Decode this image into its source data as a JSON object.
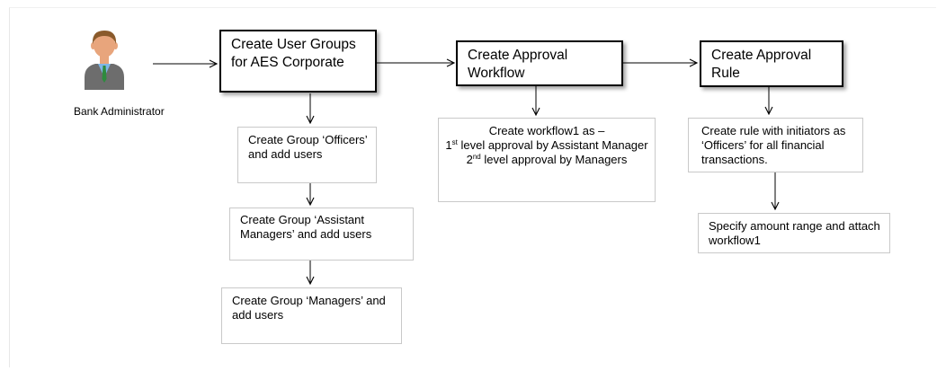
{
  "actor": {
    "label": "Bank Administrator",
    "icon": "person-avatar-icon"
  },
  "steps": [
    {
      "title": "Create User Groups for AES Corporate"
    },
    {
      "title": "Create Approval Workflow"
    },
    {
      "title": "Create Approval Rule"
    }
  ],
  "group_steps": [
    "Create Group ‘Officers’ and add users",
    "Create Group ‘Assistant Managers’ and add users",
    "Create Group ‘Managers’ and add users"
  ],
  "workflow": {
    "intro": "Create workflow1 as –",
    "level1": {
      "ordinal_num": "1",
      "ordinal_suffix": "st",
      "text": " level approval by Assistant Manager"
    },
    "level2": {
      "ordinal_num": "2",
      "ordinal_suffix": "nd",
      "text": " level approval by Managers"
    }
  },
  "rule_steps": [
    "Create rule with initiators as ‘Officers’ for all financial transactions.",
    "Specify amount range and attach workflow1"
  ],
  "colors": {
    "line": "#000000",
    "sub_border": "#c9c9c9",
    "shirt": "#7fb6e6",
    "tie": "#2e8b3e",
    "suit": "#6d6d6d",
    "skin": "#e8a57c",
    "hair": "#8a5a2b"
  }
}
